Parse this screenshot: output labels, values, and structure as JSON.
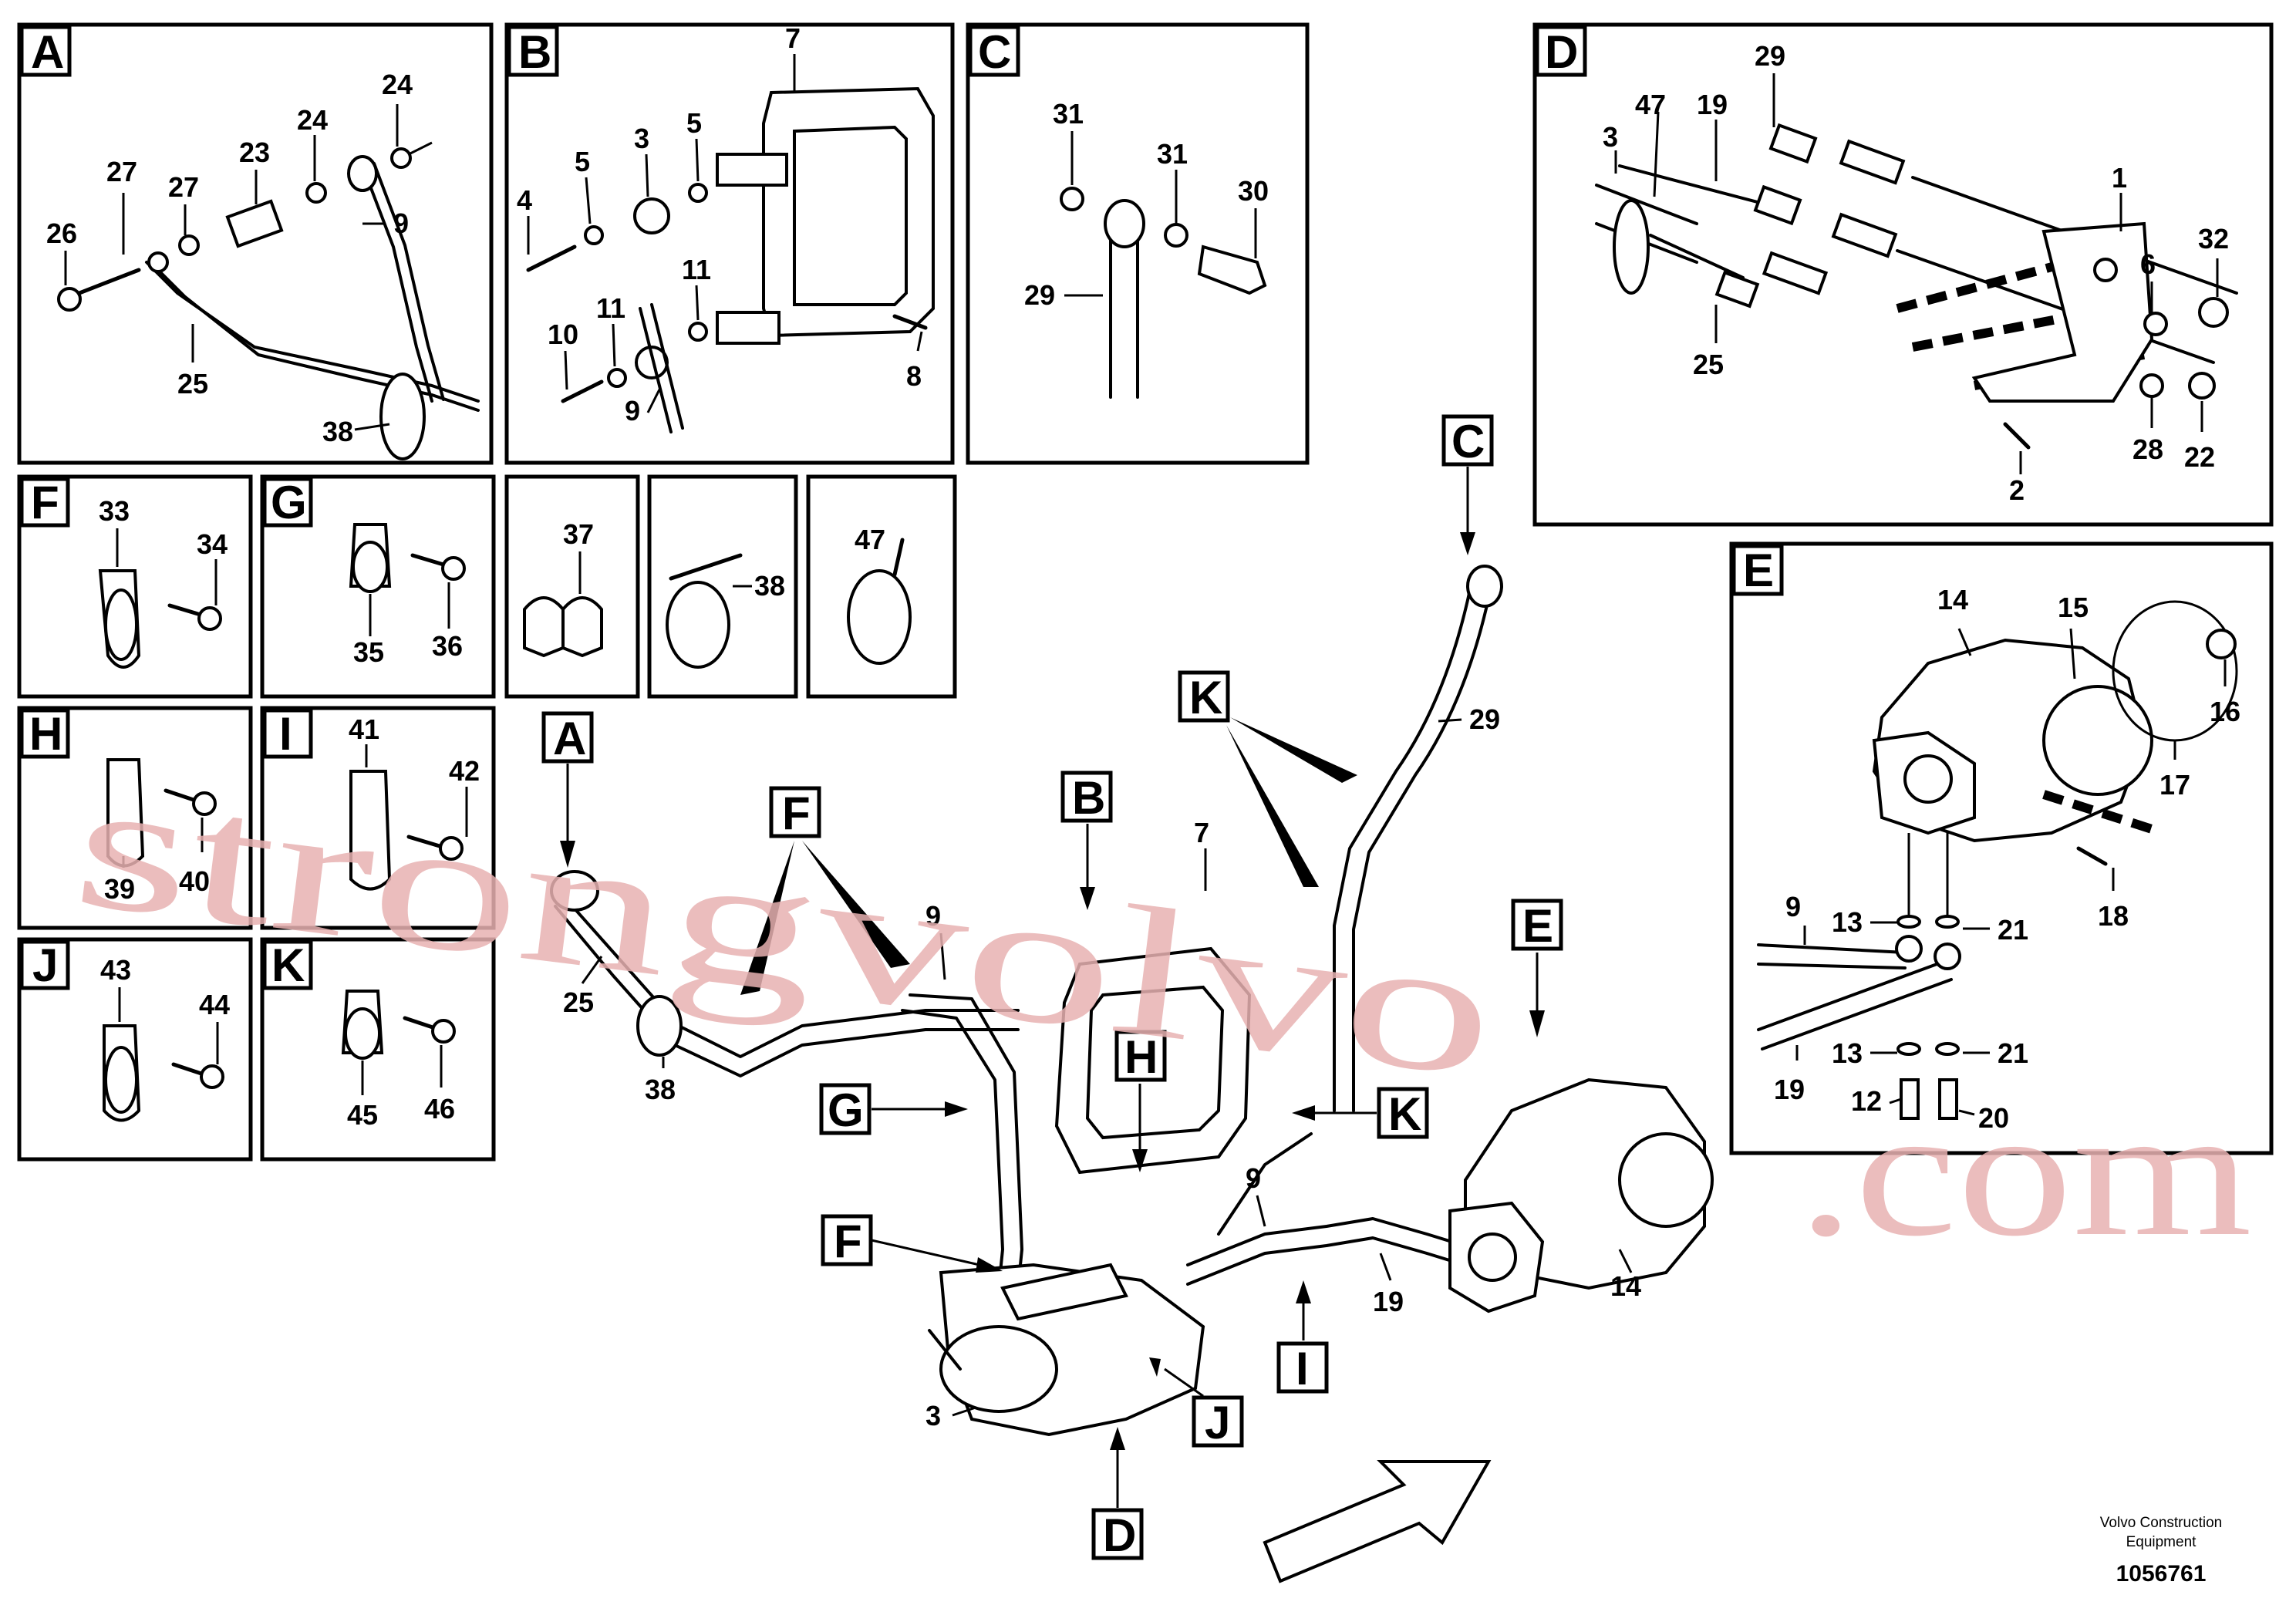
{
  "panels": {
    "A": {
      "letter": "A",
      "callouts": [
        "24",
        "24",
        "23",
        "27",
        "27",
        "26",
        "9",
        "25",
        "38"
      ]
    },
    "B": {
      "letter": "B",
      "callouts": [
        "7",
        "3",
        "5",
        "5",
        "4",
        "11",
        "11",
        "10",
        "9",
        "8"
      ]
    },
    "C": {
      "letter": "C",
      "callouts": [
        "31",
        "31",
        "30",
        "29"
      ]
    },
    "D": {
      "letter": "D",
      "callouts": [
        "29",
        "47",
        "19",
        "3",
        "1",
        "32",
        "6",
        "25",
        "28",
        "22",
        "2"
      ]
    },
    "E": {
      "letter": "E",
      "callouts": [
        "14",
        "15",
        "16",
        "17",
        "18",
        "9",
        "13",
        "21",
        "19",
        "13",
        "21",
        "12",
        "20"
      ]
    },
    "F": {
      "letter": "F",
      "callouts": [
        "33",
        "34"
      ]
    },
    "G": {
      "letter": "G",
      "callouts": [
        "35",
        "36"
      ]
    },
    "H": {
      "letter": "H",
      "callouts": [
        "39",
        "40"
      ]
    },
    "I": {
      "letter": "I",
      "callouts": [
        "41",
        "42"
      ]
    },
    "J": {
      "letter": "J",
      "callouts": [
        "43",
        "44"
      ]
    },
    "K": {
      "letter": "K",
      "callouts": [
        "45",
        "46"
      ]
    },
    "clip37": {
      "callouts": [
        "37"
      ]
    },
    "tie38": {
      "callouts": [
        "38"
      ]
    },
    "tie47": {
      "callouts": [
        "47"
      ]
    }
  },
  "main": {
    "tags": [
      "A",
      "F",
      "B",
      "C",
      "K",
      "E",
      "H",
      "G",
      "F",
      "K",
      "I",
      "J",
      "D"
    ],
    "callouts": [
      "29",
      "7",
      "9",
      "25",
      "38",
      "9",
      "19",
      "14",
      "3"
    ]
  },
  "footer": {
    "company_line1": "Volvo Construction",
    "company_line2": "Equipment",
    "drawing_number": "1056761"
  },
  "watermark": {
    "left": "strongvolvo",
    "right": ".com",
    "color": "#e8b1b1"
  }
}
